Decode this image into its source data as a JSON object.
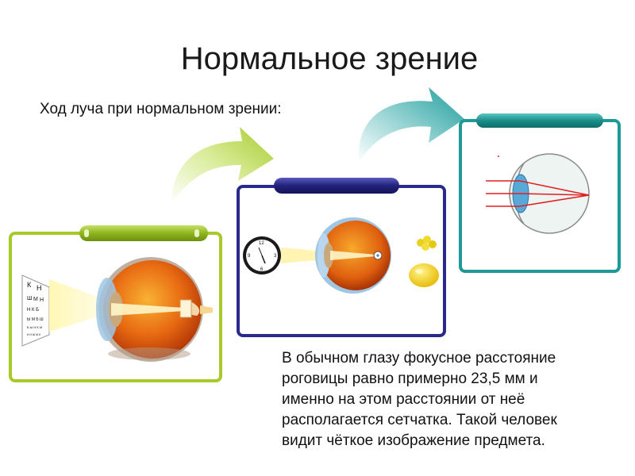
{
  "slide": {
    "title": "Нормальное зрение",
    "subtitle": "Ход луча при нормальном зрении:",
    "description_lines": [
      "В обычном глазу фокусное расстояние",
      "роговицы равно примерно 23,5 мм и",
      "именно на этом расстоянии от неё",
      "располагается сетчатка. Такой человек",
      "видит чёткое изображение предмета."
    ]
  },
  "colors": {
    "panel_left": "#a8c92a",
    "panel_middle": "#2a2a8c",
    "panel_right": "#1d9a96",
    "arrow_green": "#b8d94a",
    "arrow_teal": "#2aa8a8"
  },
  "icons": {
    "eye_chart": "eye-chart-icon",
    "clock": "clock-icon",
    "lemon": "lemon-icon",
    "grapes": "grapes-icon"
  },
  "eye_chart_letters": [
    "К",
    "Ш",
    "М",
    "Н",
    "Б"
  ],
  "clock_numbers": [
    "12",
    "3",
    "6",
    "9"
  ]
}
